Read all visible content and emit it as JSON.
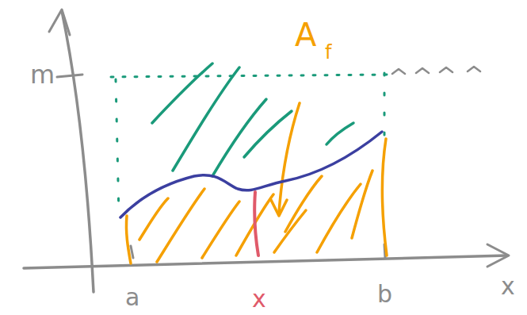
{
  "diagram": {
    "labels": [
      "m",
      "A",
      "f",
      "a",
      "x",
      "b",
      "x"
    ]
  }
}
